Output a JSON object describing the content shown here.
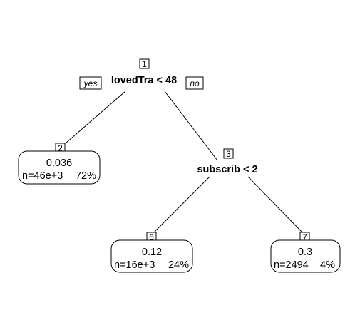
{
  "tree": {
    "root": {
      "id": "1",
      "split": "lovedTra < 48",
      "yes_label": "yes",
      "no_label": "no"
    },
    "node3": {
      "id": "3",
      "split": "subscrib < 2"
    },
    "leaves": [
      {
        "id": "2",
        "value": "0.036",
        "n": "n=46e+3",
        "pct": "72%"
      },
      {
        "id": "6",
        "value": "0.12",
        "n": "n=16e+3",
        "pct": "24%"
      },
      {
        "id": "7",
        "value": "0.3",
        "n": "n=2494",
        "pct": "4%"
      }
    ]
  }
}
